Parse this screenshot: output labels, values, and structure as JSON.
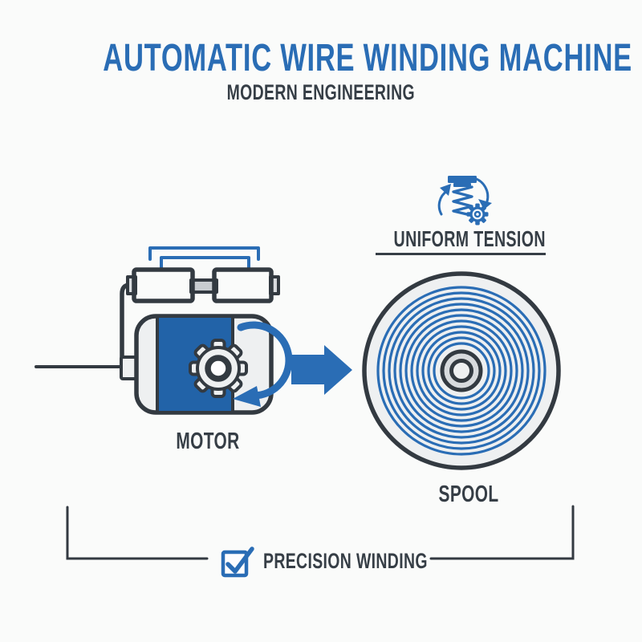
{
  "header": {
    "title": "AUTOMATIC WIRE WINDING MACHINE",
    "subtitle": "MODERN ENGINEERING"
  },
  "diagram": {
    "motor_label": "MOTOR",
    "spool_label": "SPOOL",
    "tension_label": "UNIFORM TENSION",
    "footer_label": "PRECISION WINDING"
  },
  "spool": {
    "winding_turns": 11
  },
  "icons": {
    "tension": "spring-with-arrows-and-gear-icon",
    "motor_gear": "gear-icon",
    "rotation": "clockwise-rotation-arrow-icon",
    "feed": "right-arrow-icon",
    "precision": "checked-checkbox-icon"
  },
  "colors": {
    "accent": "#2a6db5",
    "motor_blue": "#2263a8",
    "outline": "#333a41",
    "text_dark": "#363e46",
    "panel_light": "#eef0f1",
    "panel_mid": "#d8dbde",
    "background": "#fafbfa"
  }
}
